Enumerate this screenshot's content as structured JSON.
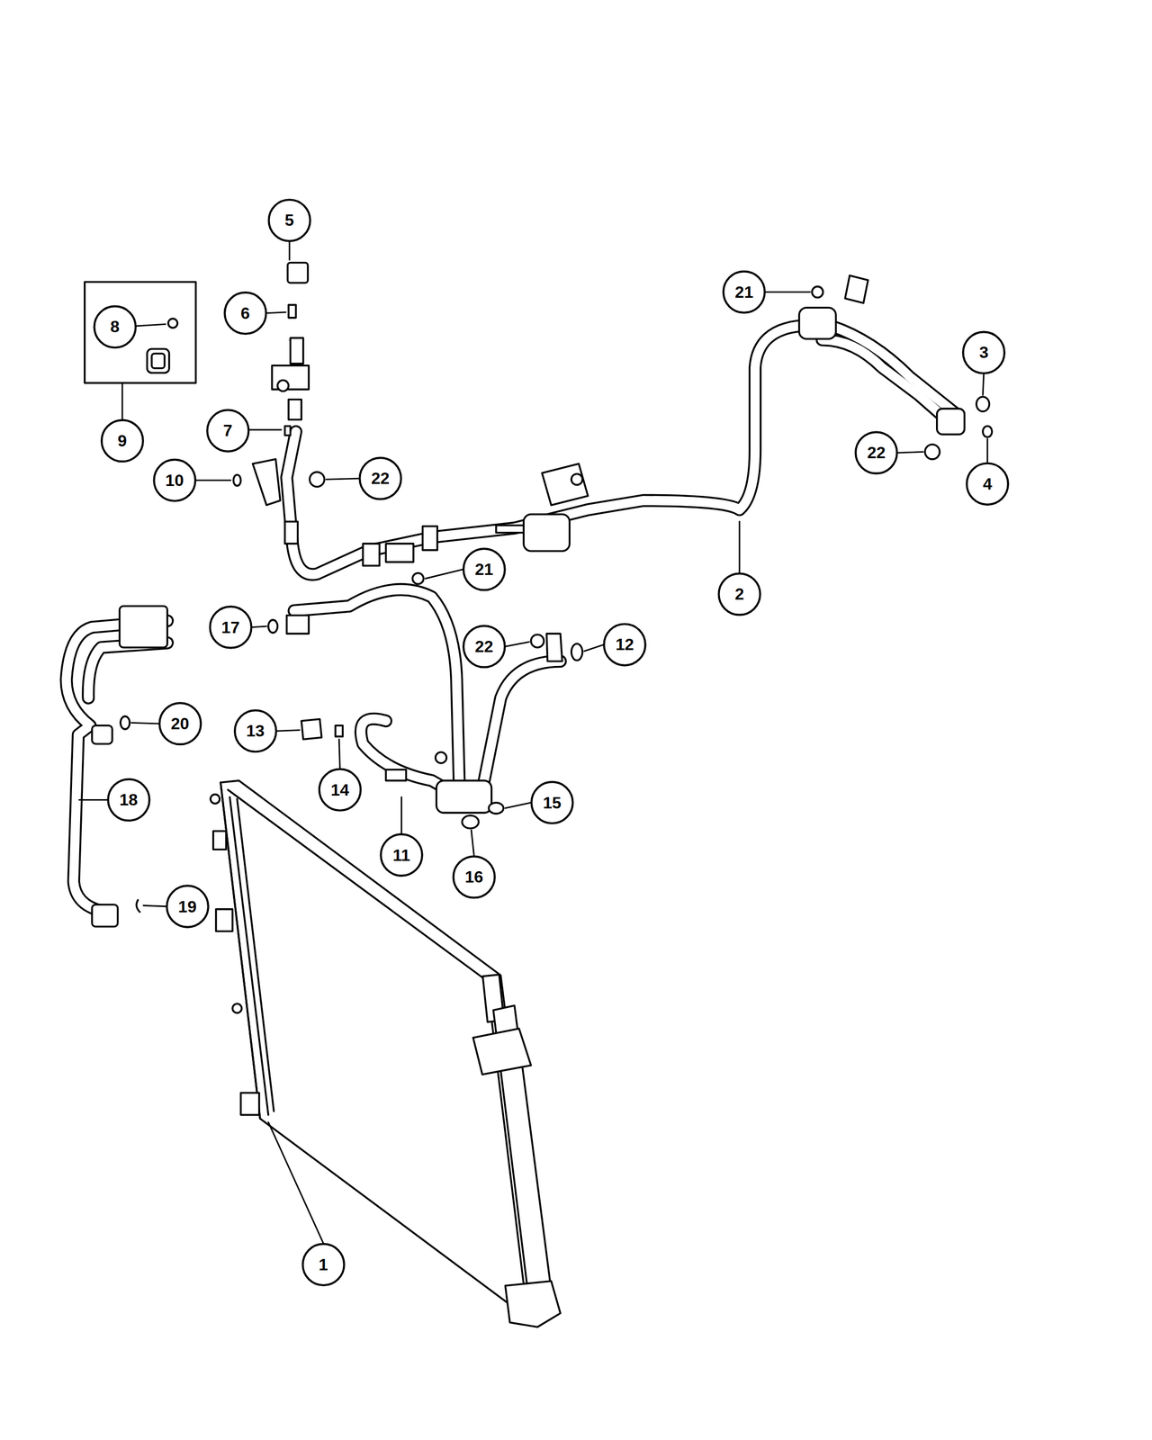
{
  "diagram": {
    "labels": [
      "5",
      "21",
      "6",
      "8",
      "3",
      "9",
      "7",
      "22",
      "10",
      "22",
      "4",
      "21",
      "2",
      "17",
      "22",
      "12",
      "20",
      "13",
      "18",
      "14",
      "15",
      "11",
      "16",
      "19",
      "1"
    ]
  }
}
